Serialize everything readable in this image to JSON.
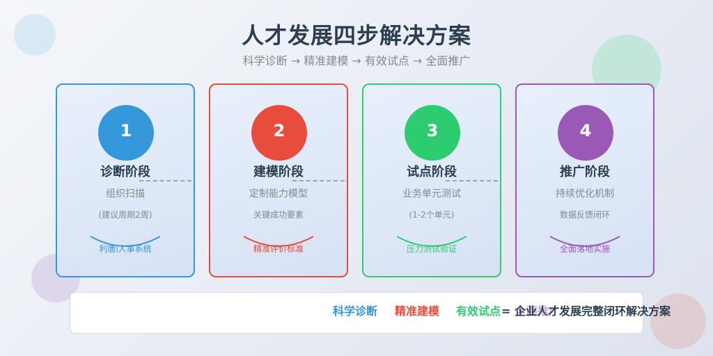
{
  "title": "人才发展四步解决方案",
  "subtitle": "科学诊断 → 精准建模 → 有效试点 → 全面推广",
  "steps": [
    {
      "number": "1",
      "stage": "诊断阶段",
      "desc": "组织扫描",
      "note": "(建议周期2周)",
      "tool": "利唐i人事系统",
      "color": "#3498db"
    },
    {
      "number": "2",
      "stage": "建模阶段",
      "desc": "定制能力模型",
      "note": "关键成功要素",
      "tool": "精准评价标准",
      "color": "#e74c3c"
    },
    {
      "number": "3",
      "stage": "试点阶段",
      "desc": "业务单元测试",
      "note": "(1-2个单元)",
      "tool": "压力测试验证",
      "color": "#2ecc71"
    },
    {
      "number": "4",
      "stage": "推广阶段",
      "desc": "持续优化机制",
      "note": "数据反馈闭环",
      "tool": "全面落地实施",
      "color": "#9b59b6"
    }
  ],
  "summary": {
    "item1": "科学诊断",
    "item2": "精准建模",
    "item3": "有效试点",
    "item4": "全面推广",
    "result": "= 企业人才发展完整闭环解决方案"
  }
}
